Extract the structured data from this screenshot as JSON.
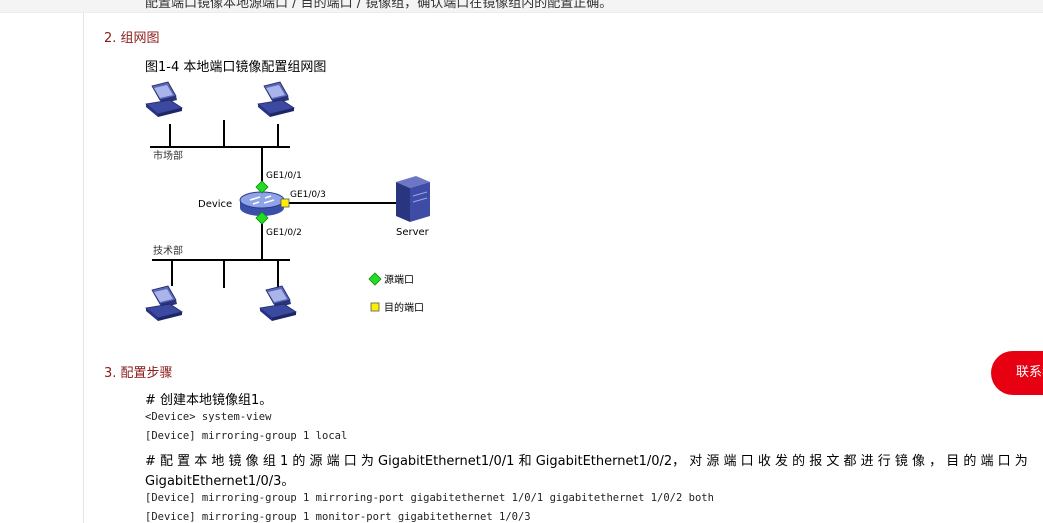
{
  "top_bar": {
    "partial_text": "配置端口镜像本地源端口 / 目的端口 / 镜像组，确认端口在镜像组内的配置正确。"
  },
  "headings": {
    "networking": "2. 组网图",
    "config_steps": "3. 配置步骤"
  },
  "figure": {
    "caption": "图1-4 本地端口镜像配置组网图",
    "labels": {
      "market_dept": "市场部",
      "tech_dept": "技术部",
      "device": "Device",
      "server": "Server",
      "port_ge1": "GE1/0/1",
      "port_ge2": "GE1/0/2",
      "port_ge3": "GE1/0/3"
    },
    "legend": {
      "source_port": "源端口",
      "dest_port": "目的端口"
    },
    "colors": {
      "source_port": "#22dd22",
      "dest_port": "#ffee00",
      "pc": "#2e3a8c",
      "server": "#2a3580"
    }
  },
  "steps": {
    "step1_text": "# 创建本地镜像组1。",
    "cmd1": "<Device> system-view",
    "cmd2": "[Device] mirroring-group 1 local",
    "step2_text_line1": "#  配 置 本 地 镜 像 组 1 的 源 端 口 为 GigabitEthernet1/0/1 和 GigabitEthernet1/0/2， 对 源 端 口 收 发 的 报 文 都 进 行 镜 像 ， 目 的 端 口 为",
    "step2_text_line2": "GigabitEthernet1/0/3。",
    "cmd3": "[Device] mirroring-group 1 mirroring-port gigabitethernet 1/0/1 gigabitethernet 1/0/2 both",
    "cmd4": "[Device] mirroring-group 1 monitor-port gigabitethernet 1/0/3"
  },
  "contact_button": {
    "label": "联系我们"
  },
  "accent_color": "#e60012"
}
